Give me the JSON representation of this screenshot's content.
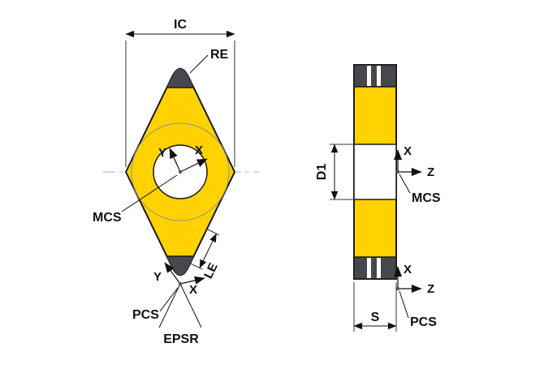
{
  "figure": {
    "description": "cutting-insert-dimension-drawing",
    "front": {
      "ic": "IC",
      "re": "RE",
      "mcs": "MCS",
      "center_axis_y": "Y",
      "center_axis_x": "X",
      "corner_axis_y": "Y",
      "corner_axis_x": "X",
      "pcs": "PCS",
      "epsr": "EPSR",
      "le": "LE"
    },
    "side": {
      "d1": "D1",
      "mcs": "MCS",
      "mcs_axis_x": "X",
      "mcs_axis_z": "Z",
      "pcs": "PCS",
      "pcs_axis_x": "X",
      "pcs_axis_z": "Z",
      "s": "S"
    },
    "colors": {
      "body": "#FFD200",
      "tip": "#45494E",
      "hole": "#FFFFFF",
      "outline": "#1A1A1A",
      "centerline": "#B3B3B3"
    }
  }
}
